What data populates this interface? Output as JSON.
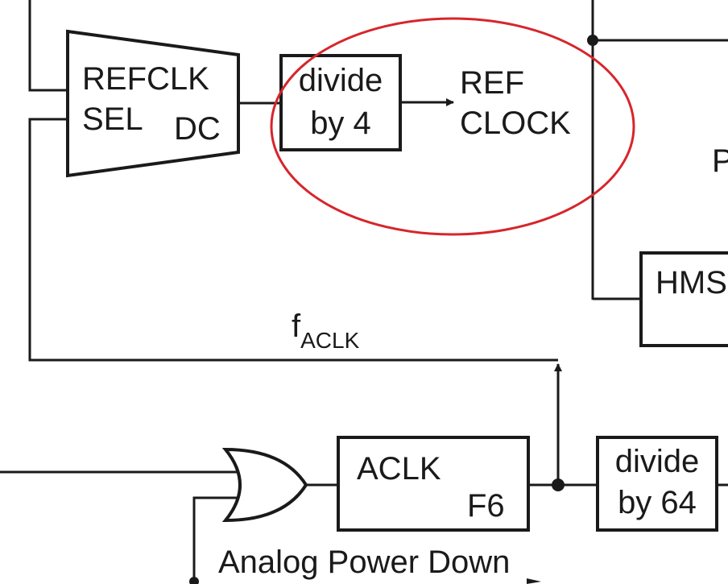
{
  "diagram": {
    "mux": {
      "line1": "REFCLK",
      "line2": "SEL",
      "tag": "DC"
    },
    "divider_top": {
      "line1": "divide",
      "line2": "by 4"
    },
    "ref_clock": {
      "line1": "REF",
      "line2": "CLOCK"
    },
    "right_edge_letter": "P",
    "hms_block": {
      "label": "HMS"
    },
    "faclk": {
      "main": "f",
      "sub": "ACLK"
    },
    "aclk_block": {
      "label": "ACLK",
      "tag": "F6"
    },
    "divider_bottom": {
      "line1": "divide",
      "line2": "by 64"
    },
    "analog_power_down": "Analog Power Down",
    "highlight_color": "#d7252b",
    "line_color": "#1a1a1a"
  }
}
